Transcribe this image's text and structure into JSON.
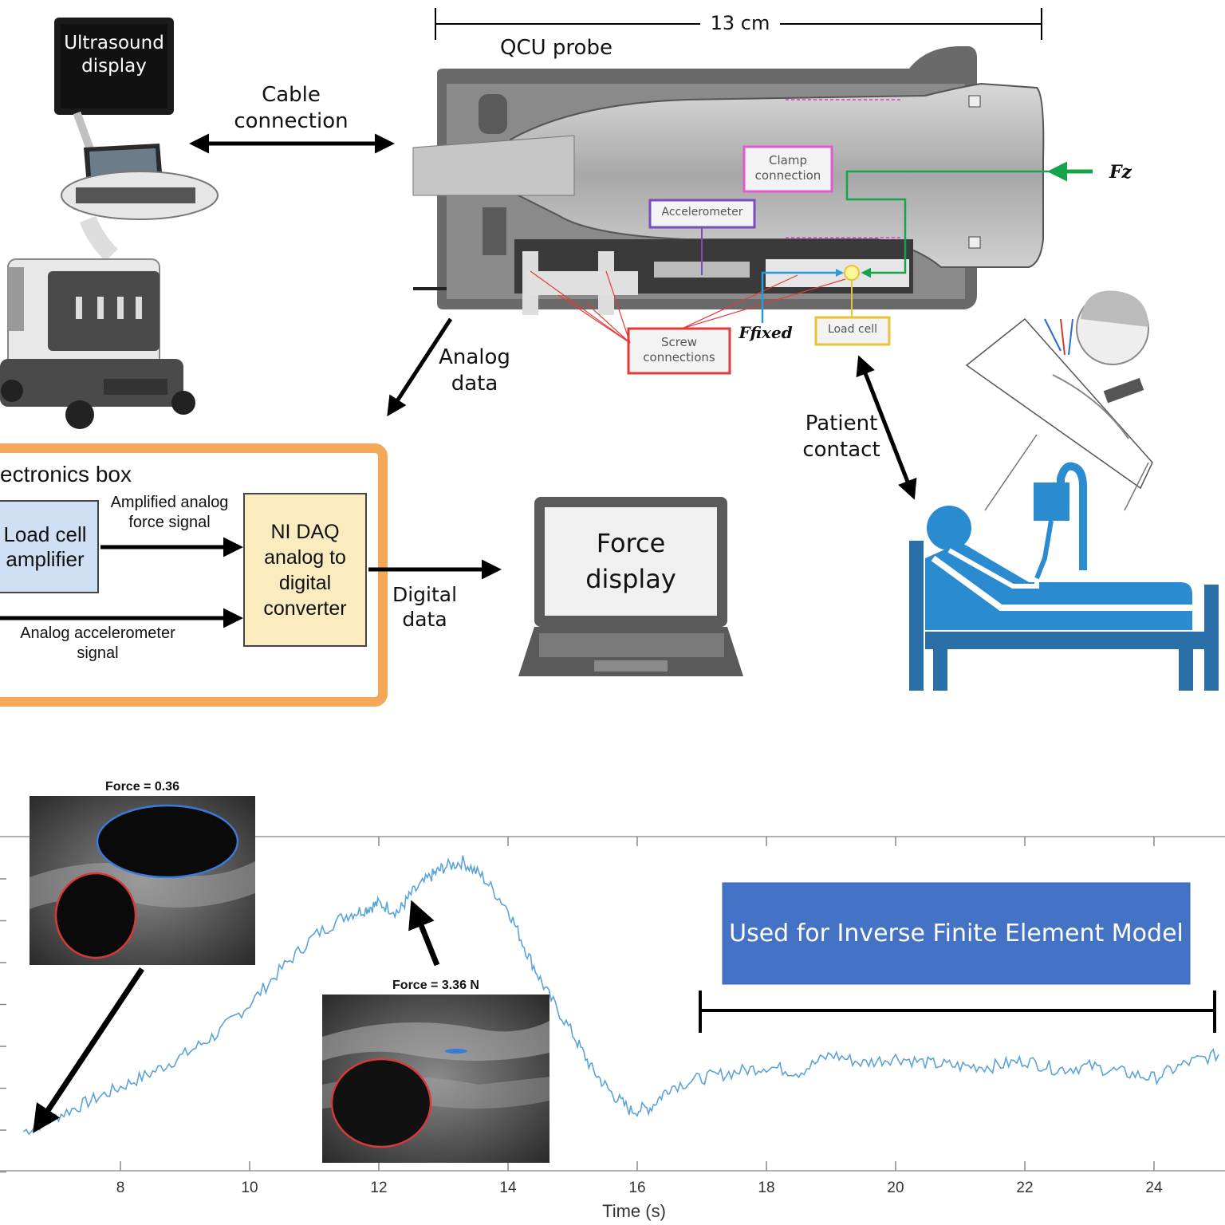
{
  "ultrasound": {
    "screen_label_1": "Ultrasound",
    "screen_label_2": "display"
  },
  "cable": {
    "line1": "Cable",
    "line2": "connection"
  },
  "probe": {
    "dimension": "13 cm",
    "title": "QCU probe",
    "clamp_1": "Clamp",
    "clamp_2": "connection",
    "accelerometer": "Accelerometer",
    "screw_1": "Screw",
    "screw_2": "connections",
    "loadcell": "Load cell",
    "force_fz": "Fz",
    "force_fixed": "Ffixed"
  },
  "analog": {
    "line1": "Analog",
    "line2": "data"
  },
  "patient": {
    "line1": "Patient",
    "line2": "contact"
  },
  "electronics": {
    "title": "ectronics box",
    "amp_1": "Load cell",
    "amp_2": "amplifier",
    "amp_signal_1": "Amplified analog",
    "amp_signal_2": "force signal",
    "daq_1": "NI DAQ",
    "daq_2": "analog to",
    "daq_3": "digital",
    "daq_4": "converter",
    "accel_signal_1": "Analog accelerometer",
    "accel_signal_2": "signal"
  },
  "digital": {
    "line1": "Digital",
    "line2": "data"
  },
  "laptop": {
    "line1": "Force",
    "line2": "display"
  },
  "inset1": {
    "label": "Force = 0.36"
  },
  "inset2": {
    "label": "Force = 3.36 N"
  },
  "ifem": {
    "label": "Used for Inverse Finite Element Model"
  },
  "colors": {
    "orange": "#f6a85a",
    "blue_box": "#4472c4",
    "patient_blue": "#2a8bd0",
    "trace": "#5ba3d9"
  },
  "chart_data": {
    "type": "line",
    "xlabel": "Time (s)",
    "x_ticks": [
      "8",
      "10",
      "12",
      "14",
      "16",
      "18",
      "20",
      "22",
      "24"
    ],
    "xlim": [
      6.4,
      25.2
    ],
    "ylim": [
      0,
      10
    ],
    "y_ticks_labeled": false,
    "series": [
      {
        "x": [
          6.5,
          7.0,
          7.5,
          8.0,
          8.5,
          9.0,
          9.5,
          10.0,
          10.5,
          11.0,
          11.5,
          11.8,
          12.0,
          12.3,
          12.5,
          12.8,
          13.0,
          13.3,
          13.6,
          14.0,
          14.3,
          14.6,
          15.0,
          15.3,
          15.6,
          15.9,
          16.2,
          16.5,
          17.0,
          17.5,
          18.0,
          18.5,
          19.0,
          19.5,
          20.0,
          20.5,
          21.0,
          21.5,
          22.0,
          22.5,
          23.0,
          23.5,
          24.0,
          24.5,
          25.0
        ],
        "y": [
          0.3,
          0.8,
          1.3,
          1.8,
          2.3,
          2.9,
          3.6,
          4.6,
          5.8,
          6.9,
          7.6,
          7.8,
          8.0,
          7.7,
          8.3,
          8.9,
          9.2,
          9.4,
          8.9,
          7.8,
          6.3,
          5.0,
          3.6,
          2.4,
          1.6,
          1.0,
          1.1,
          1.8,
          2.1,
          2.3,
          2.5,
          2.3,
          2.9,
          2.6,
          2.8,
          2.6,
          2.5,
          2.5,
          2.7,
          2.4,
          2.5,
          2.3,
          2.1,
          2.6,
          2.9
        ]
      }
    ]
  }
}
